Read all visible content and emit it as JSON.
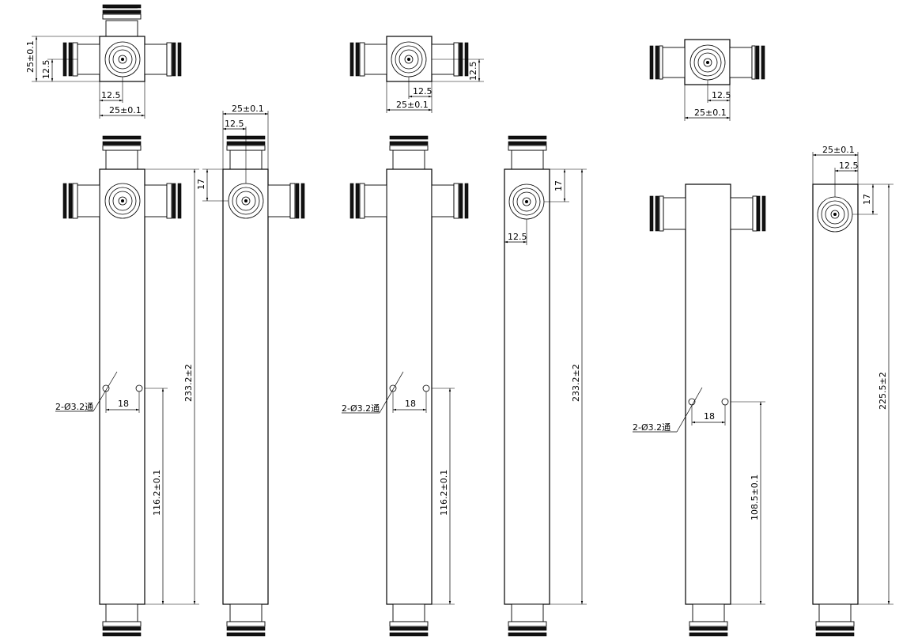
{
  "dims": {
    "d25_01": "25±0.1",
    "d12_5": "12.5",
    "d17": "17",
    "d18": "18",
    "hole": "2-Ø3.2通",
    "len_233": "233.2±2",
    "len_225": "225.5±2",
    "pos_116": "116.2±0.1",
    "pos_108": "108.5±0.1"
  },
  "colors": {
    "line": "#000000",
    "background": "#ffffff"
  }
}
